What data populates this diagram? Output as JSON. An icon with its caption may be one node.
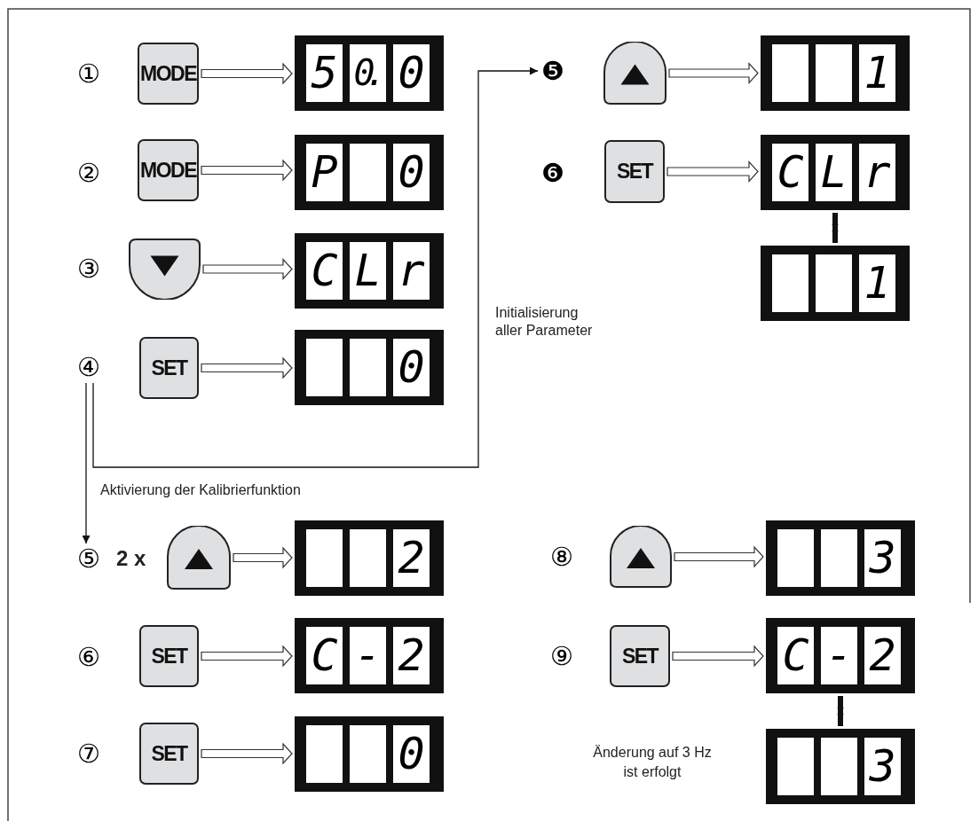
{
  "diagram": {
    "nodes": [
      {
        "text": [
          "①"
        ]
      },
      {
        "text": [
          "MODE"
        ]
      },
      {
        "text": [
          "5",
          "0.",
          "0"
        ]
      },
      {
        "text": [
          "②"
        ]
      },
      {
        "text": [
          "MODE"
        ]
      },
      {
        "text": [
          "P",
          "0"
        ]
      },
      {
        "text": [
          "③"
        ]
      },
      {
        "text": [],
        "shape": "box"
      },
      {
        "text": [
          "C",
          "L",
          "r"
        ]
      },
      {
        "text": [
          "④"
        ]
      },
      {
        "text": [
          "SET"
        ]
      },
      {
        "text": [
          "0"
        ]
      },
      {
        "text": [
          "❺"
        ]
      },
      {
        "text": [],
        "shape": "box"
      },
      {
        "text": [
          "1"
        ]
      },
      {
        "text": [
          "❻"
        ]
      },
      {
        "text": [
          "SET"
        ]
      },
      {
        "text": [
          "C",
          "L",
          "r"
        ]
      },
      {
        "text": [
          "1"
        ]
      },
      {
        "text": [
          "⑤"
        ]
      },
      {
        "text": [],
        "shape": "box"
      },
      {
        "text": [
          "2"
        ]
      },
      {
        "text": [
          "⑥"
        ]
      },
      {
        "text": [
          "SET"
        ]
      },
      {
        "text": [
          "C",
          "-",
          "2"
        ]
      },
      {
        "text": [
          "⑦"
        ]
      },
      {
        "text": [
          "SET"
        ]
      },
      {
        "text": [
          "0"
        ]
      },
      {
        "text": [
          "⑧"
        ]
      },
      {
        "text": [],
        "shape": "box"
      },
      {
        "text": [
          "3"
        ]
      },
      {
        "text": [
          "⑨"
        ]
      },
      {
        "text": [
          "SET"
        ]
      },
      {
        "text": [
          "C",
          "-",
          "2"
        ]
      },
      {
        "text": [
          "3"
        ]
      }
    ],
    "edges": [
      {
        "from": 1,
        "to": 2,
        "arrow": "to"
      },
      {
        "from": 4,
        "to": 5,
        "arrow": "to"
      },
      {
        "from": 7,
        "to": 8,
        "arrow": "to"
      },
      {
        "from": 10,
        "to": 11,
        "arrow": "to"
      },
      {
        "from": 9,
        "to": 12,
        "arrow": "to",
        "label": "Initialisierung aller Parameter"
      },
      {
        "from": 13,
        "to": 14,
        "arrow": "to"
      },
      {
        "from": 16,
        "to": 17,
        "arrow": "to"
      },
      {
        "from": 17,
        "to": 18,
        "arrow": "both",
        "style": "thick"
      },
      {
        "from": 9,
        "to": 19,
        "arrow": "to",
        "label": "Aktivierung der Kalibrierfunktion"
      },
      {
        "from": 20,
        "to": 21,
        "arrow": "to"
      },
      {
        "from": 23,
        "to": 24,
        "arrow": "to"
      },
      {
        "from": 26,
        "to": 27,
        "arrow": "to"
      },
      {
        "from": 29,
        "to": 30,
        "arrow": "to"
      },
      {
        "from": 32,
        "to": 33,
        "arrow": "to"
      },
      {
        "from": 33,
        "to": 34,
        "arrow": "both",
        "style": "thick"
      }
    ],
    "labels": [
      "2 x",
      "Änderung auf 3 Hz ist erfolgt"
    ]
  }
}
